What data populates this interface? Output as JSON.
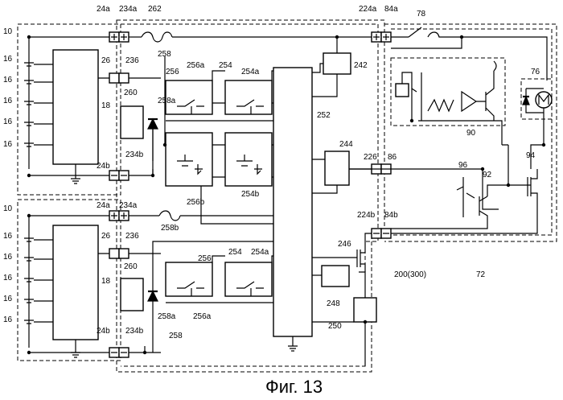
{
  "figure": {
    "caption": "Фиг. 13"
  },
  "labels": {
    "l10a": "10",
    "l10b": "10",
    "l16_1": "16",
    "l16_2": "16",
    "l16_3": "16",
    "l16_4": "16",
    "l16_5": "16",
    "l16_6": "16",
    "l16_7": "16",
    "l16_8": "16",
    "l16_9": "16",
    "l16_10": "16",
    "l18a": "18",
    "l18b": "18",
    "l24a_1": "24a",
    "l24a_2": "24a",
    "l24b_1": "24b",
    "l24b_2": "24b",
    "l26a": "26",
    "l26b": "26",
    "l234a_1": "234a",
    "l234a_2": "234a",
    "l234b_1": "234b",
    "l234b_2": "234b",
    "l236a": "236",
    "l236b": "236",
    "l262": "262",
    "l258_1": "258",
    "l258_2": "258",
    "l258a_1": "258a",
    "l258a_2": "258a",
    "l258b": "258b",
    "l260a": "260",
    "l260b": "260",
    "l256_1": "256",
    "l256_2": "256",
    "l256a_1": "256a",
    "l256a_2": "256a",
    "l256b": "256b",
    "l254_1": "254",
    "l254_2": "254",
    "l254a_1": "254a",
    "l254a_2": "254a",
    "l254b": "254b",
    "l252": "252",
    "l242": "242",
    "l244": "244",
    "l246": "246",
    "l248": "248",
    "l250": "250",
    "l224a": "224a",
    "l224b": "224b",
    "l84a": "84a",
    "l84b": "84b",
    "l226": "226",
    "l86": "86",
    "l78": "78",
    "l76": "76",
    "l90": "90",
    "l96": "96",
    "l92": "92",
    "l94": "94",
    "l72": "72",
    "l200": "200(300)"
  }
}
